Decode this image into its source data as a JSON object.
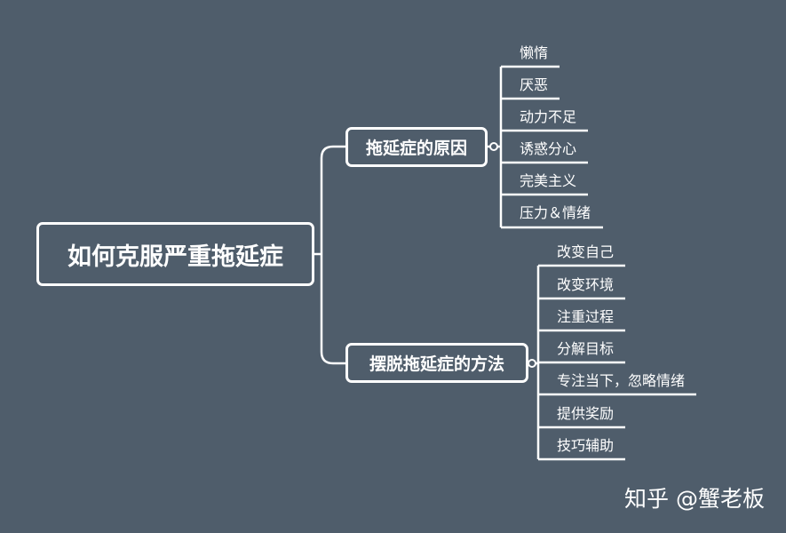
{
  "root": {
    "label": "如何克服严重拖延症"
  },
  "branches": [
    {
      "label": "拖延症的原因",
      "items": [
        "懒惰",
        "厌恶",
        "动力不足",
        "诱惑分心",
        "完美主义",
        "压力＆情绪"
      ]
    },
    {
      "label": "摆脱拖延症的方法",
      "items": [
        "改变自己",
        "改变环境",
        "注重过程",
        "分解目标",
        "专注当下，忽略情绪",
        "提供奖励",
        "技巧辅助"
      ]
    }
  ],
  "watermark": "知乎 @蟹老板",
  "colors": {
    "background": "#4f5d6b",
    "line": "#ffffff",
    "text": "#ffffff"
  }
}
